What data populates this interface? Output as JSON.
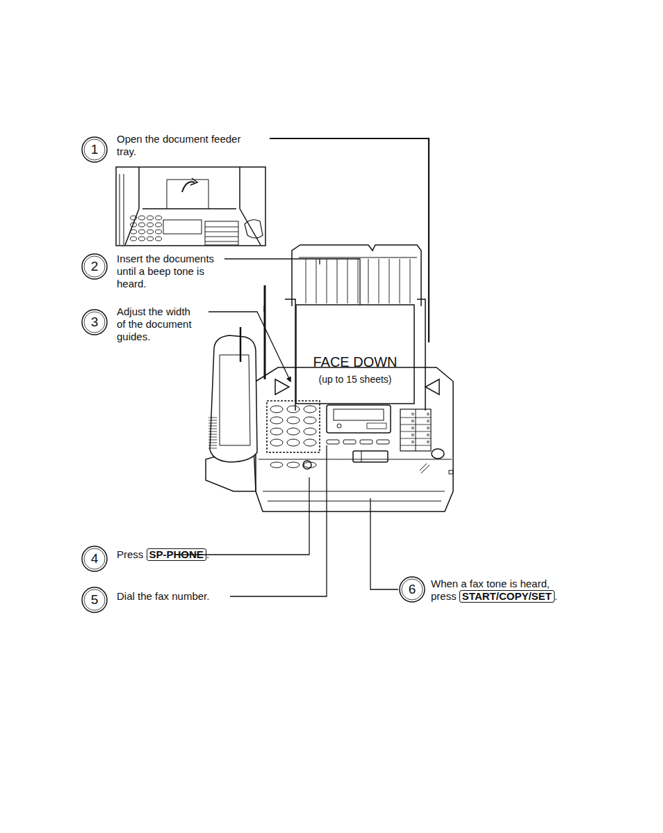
{
  "diagram": {
    "labels": [
      "1",
      "Open the document feeder tray.",
      "2",
      "Insert the documents until a beep tone is heard.",
      "3",
      "Adjust the width of the document guides.",
      "FACE DOWN",
      "(up to 15 sheets)",
      "4",
      "Press",
      "SP-PHONE",
      ".",
      "5",
      "Dial the fax number.",
      "6",
      "When a fax tone is heard, press",
      "START/COPY/SET",
      "."
    ]
  }
}
